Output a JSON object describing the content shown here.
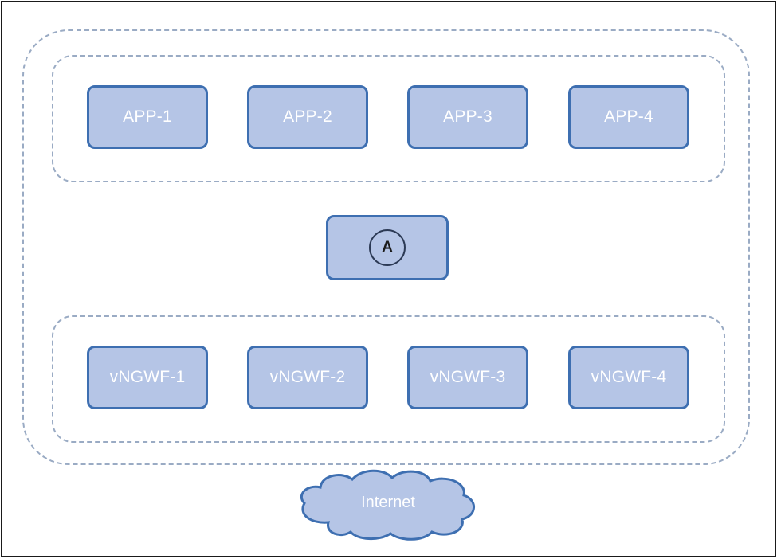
{
  "app_nodes": [
    {
      "label": "APP-1"
    },
    {
      "label": "APP-2"
    },
    {
      "label": "APP-3"
    },
    {
      "label": "APP-4"
    }
  ],
  "center_node": {
    "label": "A"
  },
  "firewall_nodes": [
    {
      "label": "vNGWF-1"
    },
    {
      "label": "vNGWF-2"
    },
    {
      "label": "vNGWF-3"
    },
    {
      "label": "vNGWF-4"
    }
  ],
  "cloud": {
    "label": "Internet"
  },
  "colors": {
    "node_fill": "#b5c5e6",
    "node_border": "#3e6fb1",
    "group_border": "#9aabc4",
    "label_text": "#ffffff"
  }
}
